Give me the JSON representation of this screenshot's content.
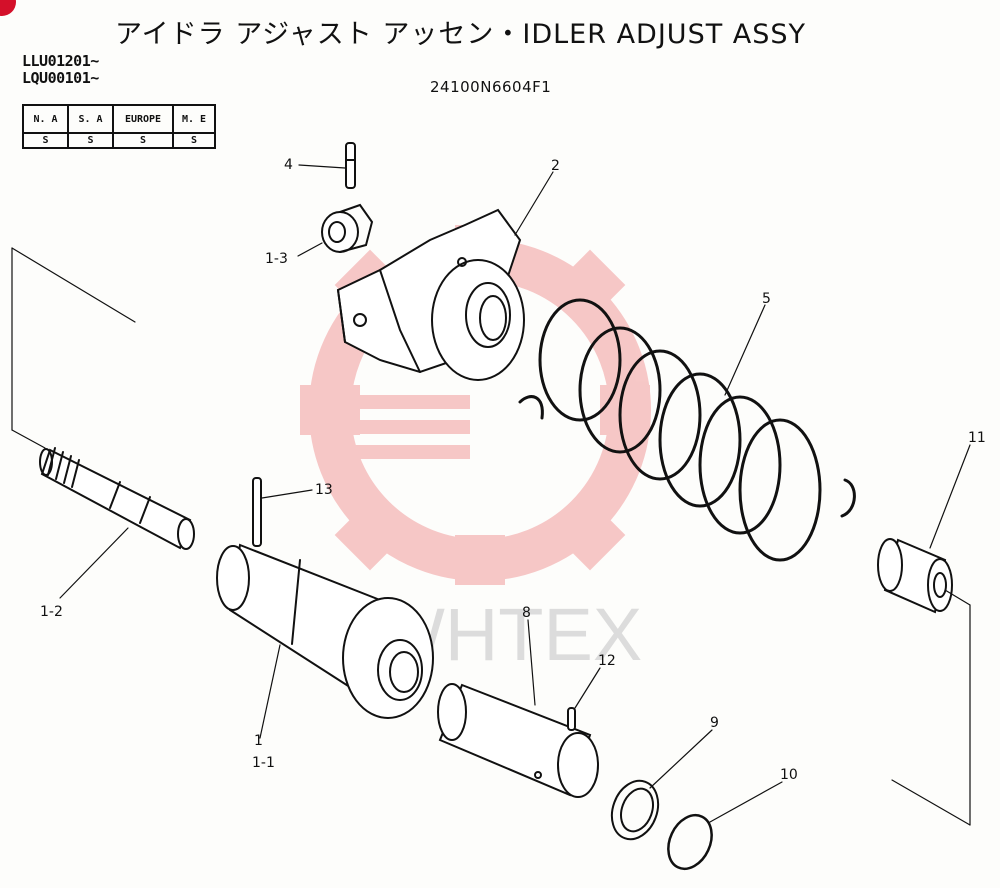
{
  "title": "アイドラ アジャスト アッセン・IDLER ADJUST ASSY",
  "serials": [
    "LLU01201~",
    "LQU00101~"
  ],
  "part_number": "24100N6604F1",
  "regions": {
    "headers": [
      "N. A",
      "S. A",
      "EUROPE",
      "M. E"
    ],
    "values": [
      "S",
      "S",
      "S",
      "S"
    ]
  },
  "watermark": "WHTEX",
  "callouts": {
    "c4": "4",
    "c1_3": "1-3",
    "c2": "2",
    "c5": "5",
    "c11": "11",
    "c13": "13",
    "c1_2": "1-2",
    "c8": "8",
    "c12": "12",
    "c9": "9",
    "c10": "10",
    "c1": "1",
    "c1_1": "1-1"
  },
  "colors": {
    "watermark_red": "#f4b5b5",
    "corner_badge": "#d4102a",
    "ink": "#111111"
  }
}
